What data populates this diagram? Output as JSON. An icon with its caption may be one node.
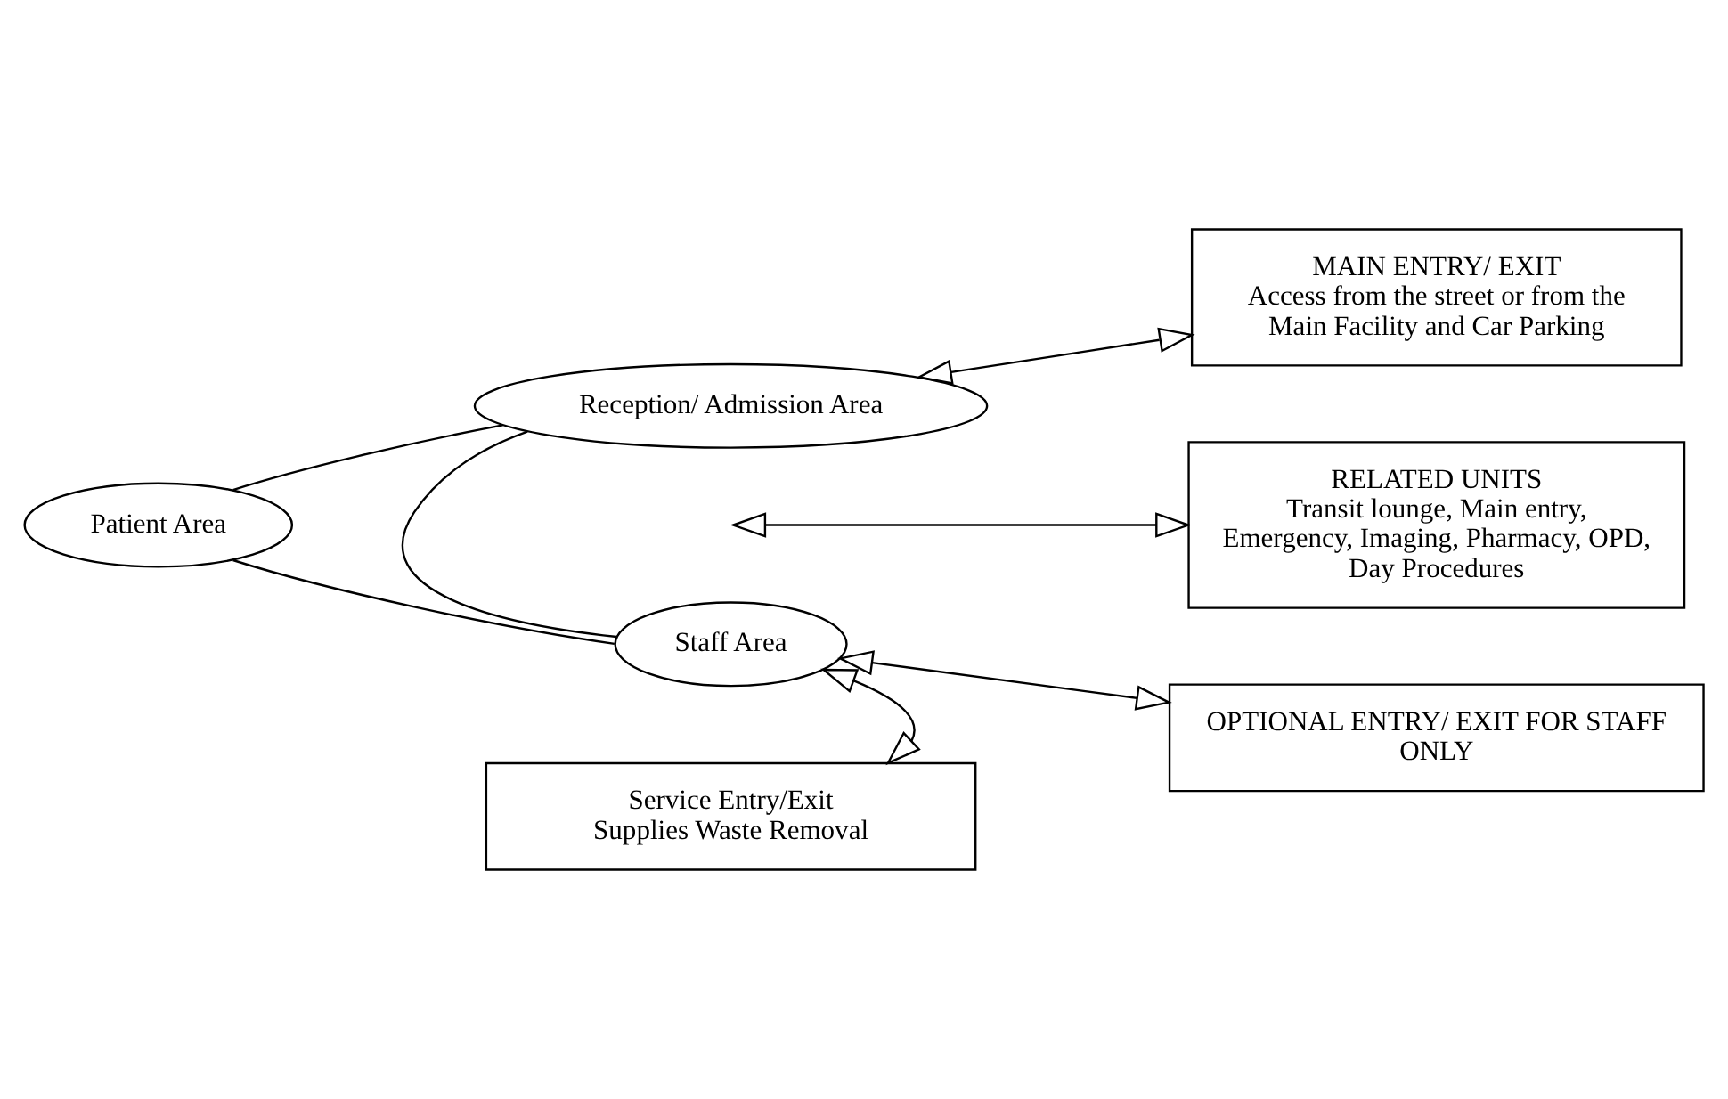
{
  "diagram": {
    "nodes": [
      {
        "text": [
          "Reception/ Admission Area"
        ]
      },
      {
        "text": [
          "MAIN ENTRY/ EXIT",
          "Access from the street or from the Main Facility and Car Parking"
        ]
      },
      {
        "text": [
          "Patient Area"
        ]
      },
      {
        "text": [
          "RELATED UNITS",
          "Transit lounge, Main entry, Emergency, Imaging, Pharmacy, OPD, Day Procedures"
        ]
      },
      {
        "text": [
          "Staff Area"
        ]
      },
      {
        "text": [
          "OPTIONAL ENTRY/ EXIT FOR STAFF ONLY"
        ]
      },
      {
        "text": [
          "Service Entry/Exit",
          "Supplies Waste Removal"
        ]
      }
    ],
    "edges": [
      {
        "from": 0,
        "to": 1,
        "arrow": "both"
      },
      {
        "from": 0,
        "to": 2,
        "arrow": "none"
      },
      {
        "from": 0,
        "to": 4,
        "arrow": "none"
      },
      {
        "from": 2,
        "to": 4,
        "arrow": "none"
      },
      {
        "from": null,
        "to": 3,
        "arrow": "both"
      },
      {
        "from": 4,
        "to": 5,
        "arrow": "both"
      },
      {
        "from": 4,
        "to": 6,
        "arrow": "both"
      }
    ]
  }
}
